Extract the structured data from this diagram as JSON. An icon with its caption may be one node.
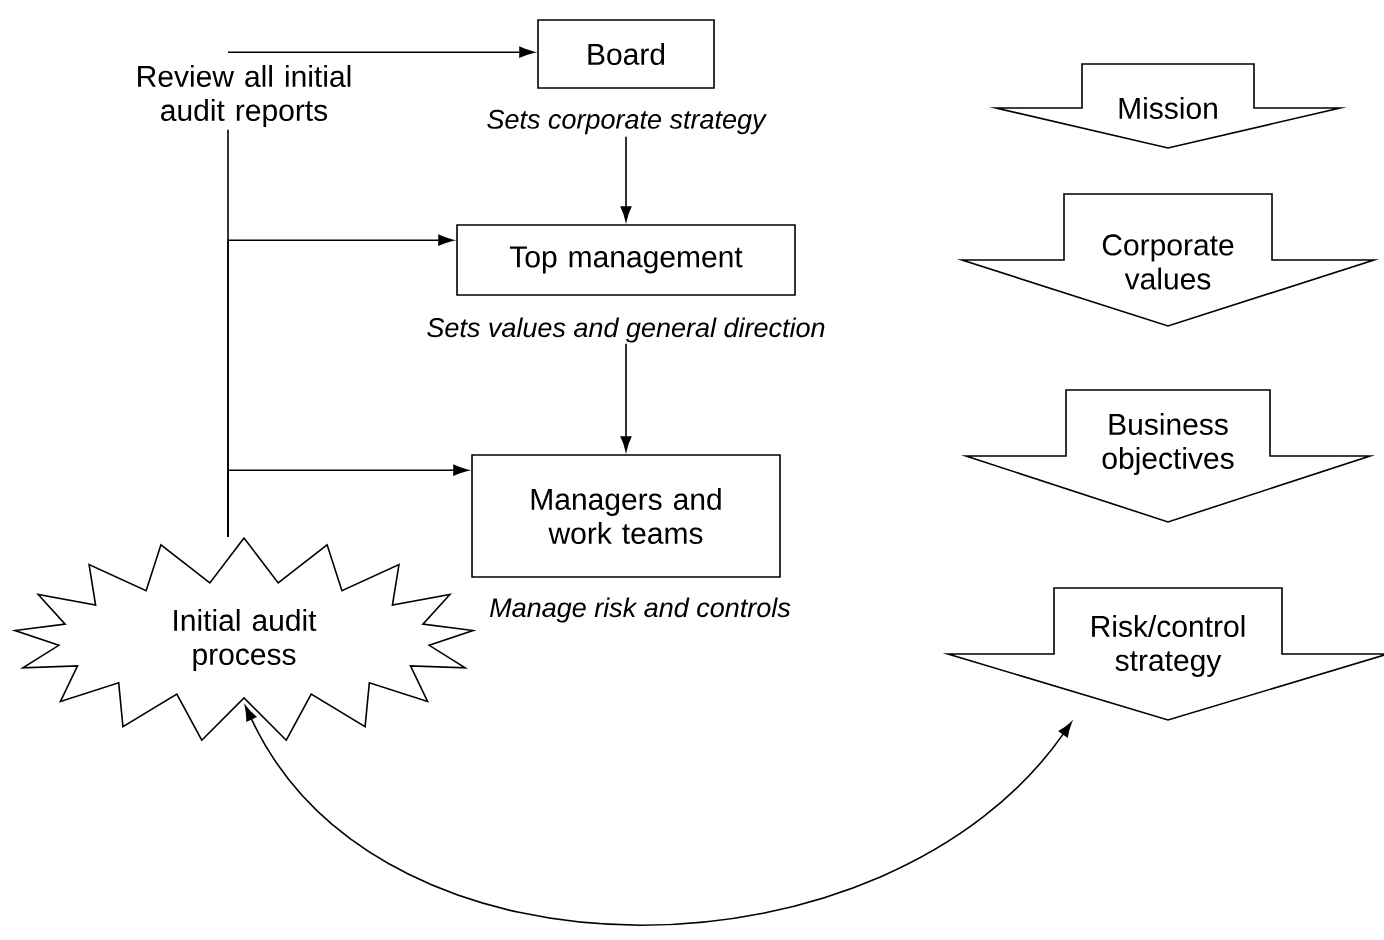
{
  "diagram": {
    "nodes": [
      {
        "text": [
          "Review all initial audit reports"
        ]
      },
      {
        "text": [
          "Board"
        ],
        "beside": [
          "Sets corporate strategy"
        ]
      },
      {
        "text": [
          "Top management"
        ],
        "beside": [
          "Sets values and general direction"
        ]
      },
      {
        "text": [
          "Managers and work teams"
        ],
        "beside": [
          "Manage risk and controls"
        ]
      },
      {
        "text": [
          "Initial audit process"
        ]
      },
      {
        "text": [
          "Mission"
        ]
      },
      {
        "text": [
          "Corporate values"
        ]
      },
      {
        "text": [
          "Business objectives"
        ]
      },
      {
        "text": [
          "Risk/control strategy"
        ]
      }
    ],
    "edges": [
      {
        "from": 0,
        "to": 1,
        "arrow": "to"
      },
      {
        "from": 0,
        "to": 4,
        "arrow": "none"
      },
      {
        "from": 4,
        "to": 2,
        "arrow": "to"
      },
      {
        "from": 4,
        "to": 3,
        "arrow": "to"
      },
      {
        "from": 1,
        "to": 2,
        "arrow": "to"
      },
      {
        "from": 2,
        "to": 3,
        "arrow": "to"
      },
      {
        "from": 4,
        "to": 8,
        "arrow": "both"
      }
    ]
  }
}
